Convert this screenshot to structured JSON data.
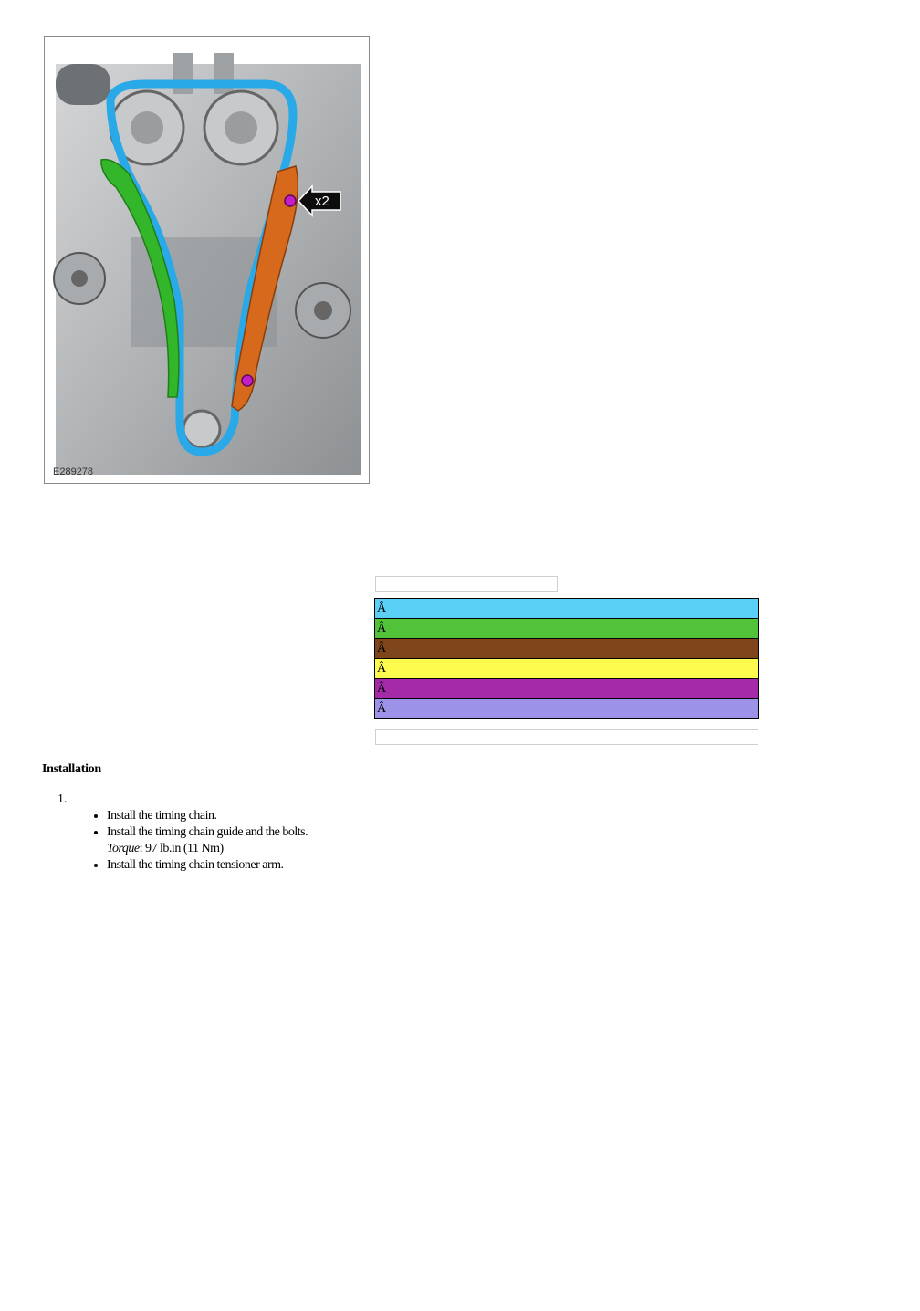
{
  "figure": {
    "id_label": "E289278",
    "callout_label": "x2"
  },
  "legend": {
    "rows": [
      {
        "symbol": "Â",
        "color": "#5ad0f7"
      },
      {
        "symbol": "Â",
        "color": "#52c23a"
      },
      {
        "symbol": "Â",
        "color": "#7e461a"
      },
      {
        "symbol": "Â",
        "color": "#fdfb4e"
      },
      {
        "symbol": "Â",
        "color": "#a52aa8"
      },
      {
        "symbol": "Â",
        "color": "#9c93e8"
      }
    ]
  },
  "installation": {
    "title": "Installation",
    "step_number": "1.",
    "bullets": [
      {
        "text": "Install the timing chain."
      },
      {
        "text": "Install the timing chain guide and the bolts.",
        "torque_label": "Torque",
        "torque_value": ": 97 lb.in (11 Nm)"
      },
      {
        "text": "Install the timing chain tensioner arm."
      }
    ]
  },
  "colors": {
    "chain": "#2aa9e8",
    "guide": "#34b62a",
    "tensioner": "#d6691c",
    "bolt": "#c41ec8",
    "engine_gray": "#b9bbbd"
  }
}
